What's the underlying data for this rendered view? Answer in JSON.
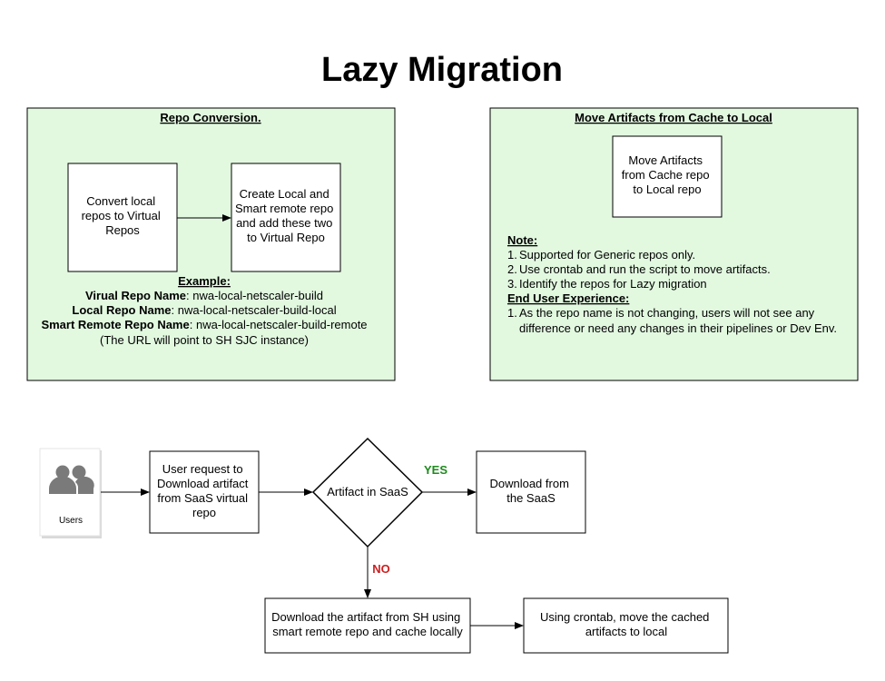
{
  "title": "Lazy Migration",
  "colors": {
    "panel_fill": "#e2f9e0",
    "yes_label": "#1f8a1f",
    "no_label": "#cc1f1f",
    "users_icon": "#7a7a7a"
  },
  "repo_panel": {
    "heading": "Repo Conversion.",
    "box1": [
      "Convert local",
      "repos to Virtual",
      "Repos"
    ],
    "box2": [
      "Create Local and",
      "Smart remote repo",
      "and add these two",
      "to Virtual Repo"
    ],
    "example_heading": "Example:",
    "lines": [
      {
        "label": "Virual Repo Name",
        "value": ": nwa-local-netscaler-build"
      },
      {
        "label": "Local Repo Name",
        "value": ": nwa-local-netscaler-build-local"
      },
      {
        "label": "Smart Remote Repo Name",
        "value": ": nwa-local-netscaler-build-remote"
      }
    ],
    "url_note": "(The URL will point to SH SJC instance)"
  },
  "move_panel": {
    "heading": "Move Artifacts from Cache to Local",
    "box": [
      "Move Artifacts",
      "from Cache repo",
      "to Local repo"
    ],
    "note_heading": "Note:",
    "notes": [
      {
        "num": "1.",
        "text": "Supported for Generic repos only."
      },
      {
        "num": "2.",
        "text": "Use crontab and run the script to move artifacts."
      },
      {
        "num": "3.",
        "text": "Identify the repos for Lazy migration"
      }
    ],
    "eue_heading": "End User Experience:",
    "eue_item": {
      "num": "1.",
      "lines": [
        "As the repo name is not changing, users will not see any",
        "difference or need any changes in their pipelines or Dev Env."
      ]
    }
  },
  "flow": {
    "users_label": "Users",
    "request": [
      "User request to",
      "Download artifact",
      "from SaaS virtual",
      "repo"
    ],
    "decision": "Artifact in SaaS",
    "yes_label": "YES",
    "no_label": "NO",
    "download_saas": [
      "Download from",
      "the SaaS"
    ],
    "download_sh": [
      "Download the artifact from SH using",
      "smart remote repo and cache locally"
    ],
    "crontab": [
      "Using crontab, move the cached",
      "artifacts to local"
    ]
  }
}
